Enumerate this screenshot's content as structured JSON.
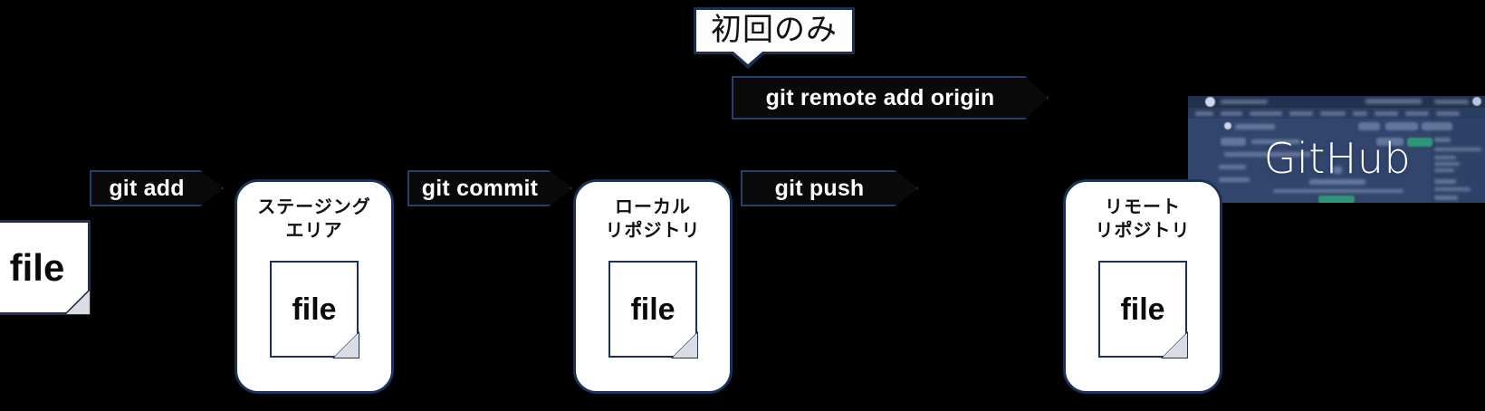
{
  "diagram": {
    "title": "Git workflow diagram",
    "colors": {
      "background": "#000000",
      "border_navy": "#1b3158",
      "arrow_fill": "#0a0a0a",
      "arrow_border": "#26406e",
      "box_fill": "#ffffff",
      "text_dark": "#0a0a0a",
      "text_light": "#ffffff",
      "github_blue": "#32456d",
      "github_green": "#2da478"
    },
    "callout": {
      "text": "初回のみ",
      "note_points_to": "git remote add origin"
    },
    "commands": [
      {
        "id": "git-add",
        "label": "git add"
      },
      {
        "id": "git-commit",
        "label": "git commit"
      },
      {
        "id": "git-push",
        "label": "git push"
      },
      {
        "id": "git-remote-add-origin",
        "label": "git remote add origin"
      }
    ],
    "file_standalone": {
      "label": "file"
    },
    "areas": [
      {
        "id": "staging-area",
        "title": "ステージング\nエリア",
        "file_label": "file"
      },
      {
        "id": "local-repository",
        "title": "ローカル\nリポジトリ",
        "file_label": "file"
      },
      {
        "id": "remote-repository",
        "title": "リモート\nリポジトリ",
        "file_label": "file"
      }
    ],
    "github": {
      "label": "GitHub"
    }
  }
}
